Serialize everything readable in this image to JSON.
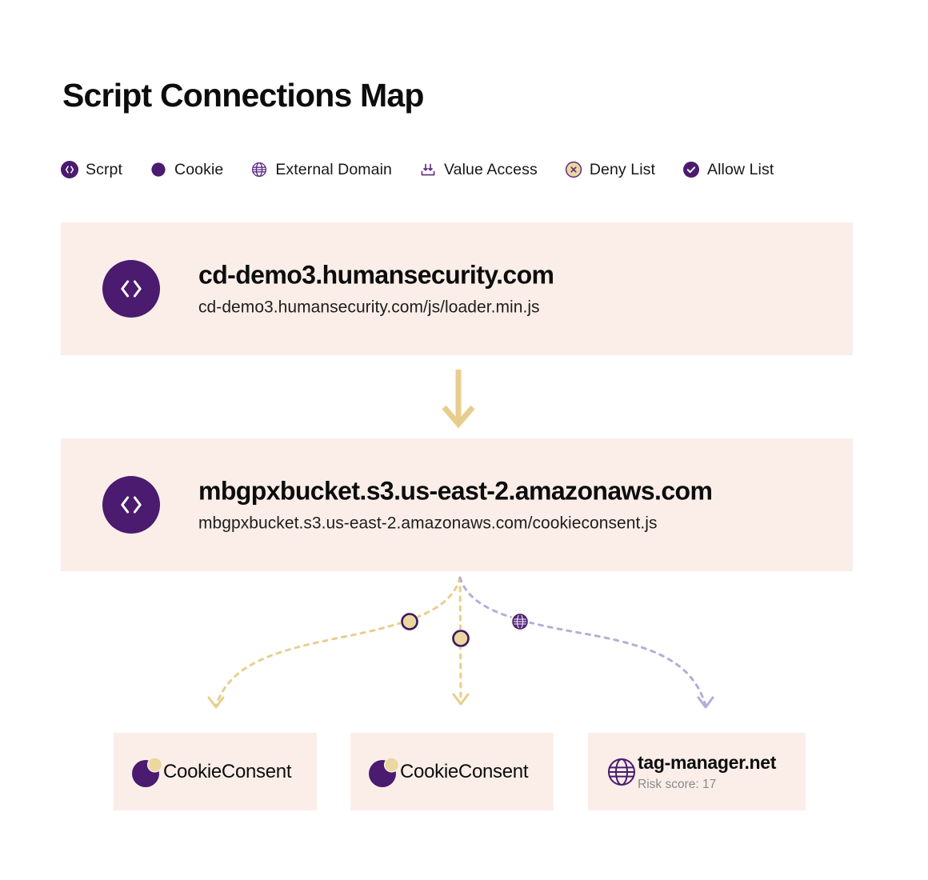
{
  "header": {
    "title": "Script Connections Map"
  },
  "legend": {
    "items": [
      {
        "icon": "script-icon",
        "label": "Scrpt"
      },
      {
        "icon": "cookie-dot-icon",
        "label": "Cookie"
      },
      {
        "icon": "globe-icon",
        "label": "External Domain"
      },
      {
        "icon": "value-access-icon",
        "label": "Value Access"
      },
      {
        "icon": "deny-list-icon",
        "label": "Deny List"
      },
      {
        "icon": "allow-list-icon",
        "label": "Allow List"
      }
    ]
  },
  "graph": {
    "nodes": [
      {
        "id": "node-loader",
        "icon": "script-icon",
        "title": "cd-demo3.humansecurity.com",
        "subtitle": "cd-demo3.humansecurity.com/js/loader.min.js"
      },
      {
        "id": "node-cookieconsent",
        "icon": "script-icon",
        "title": "mbgpxbucket.s3.us-east-2.amazonaws.com",
        "subtitle": "mbgpxbucket.s3.us-east-2.amazonaws.com/cookieconsent.js"
      }
    ],
    "leaves": [
      {
        "id": "leaf-cookieconsent-1",
        "icon": "cookie-icon",
        "title": "CookieConsent",
        "subtitle": ""
      },
      {
        "id": "leaf-cookieconsent-2",
        "icon": "cookie-icon",
        "title": "CookieConsent",
        "subtitle": ""
      },
      {
        "id": "leaf-tag-manager",
        "icon": "globe-icon",
        "title": "tag-manager.net",
        "subtitle": "Risk score: 17"
      }
    ],
    "edges": [
      {
        "id": "edge-left",
        "from": "node-cookieconsent",
        "to": "leaf-cookieconsent-1",
        "style": "dashed",
        "color": "#E8CE8E",
        "badge": "cookie-badge"
      },
      {
        "id": "edge-middle",
        "from": "node-cookieconsent",
        "to": "leaf-cookieconsent-2",
        "style": "dashed",
        "color": "#E8CE8E",
        "badge": "cookie-badge"
      },
      {
        "id": "edge-right",
        "from": "node-cookieconsent",
        "to": "leaf-tag-manager",
        "style": "dashed",
        "color": "#B8ACD6",
        "badge": "globe-badge"
      }
    ],
    "main_edge": {
      "id": "edge-main",
      "from": "node-loader",
      "to": "node-cookieconsent",
      "style": "solid",
      "color": "#E8CE8E"
    }
  },
  "colors": {
    "purple": "#4A1B6E",
    "gold": "#E8CE8E",
    "lavender": "#B8ACD6",
    "card_bg": "#FBEEE9",
    "page_bg": "#FFFFFF",
    "muted_text": "#8A8A8A"
  }
}
